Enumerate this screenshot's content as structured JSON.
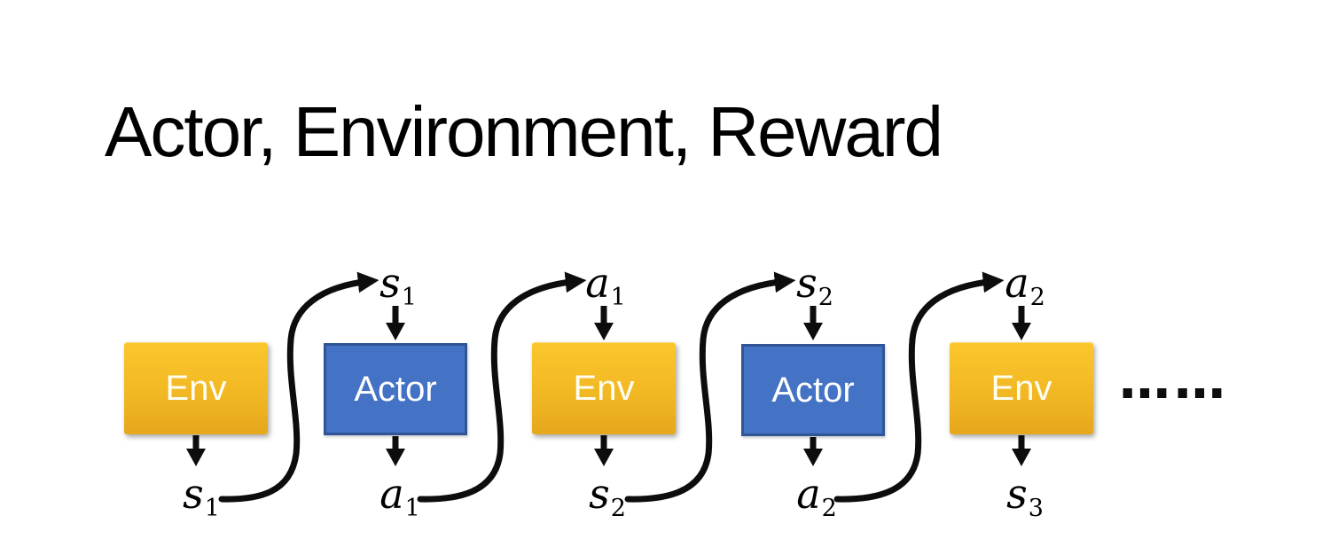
{
  "title": "Actor, Environment, Reward",
  "diagram": {
    "boxes": [
      {
        "label": "Env"
      },
      {
        "label": "Actor"
      },
      {
        "label": "Env"
      },
      {
        "label": "Actor"
      },
      {
        "label": "Env"
      }
    ],
    "top_labels": [
      {
        "base": "s",
        "sub": "1"
      },
      {
        "base": "a",
        "sub": "1"
      },
      {
        "base": "s",
        "sub": "2"
      },
      {
        "base": "a",
        "sub": "2"
      }
    ],
    "bottom_labels": [
      {
        "base": "s",
        "sub": "1"
      },
      {
        "base": "a",
        "sub": "1"
      },
      {
        "base": "s",
        "sub": "2"
      },
      {
        "base": "a",
        "sub": "2"
      },
      {
        "base": "s",
        "sub": "3"
      }
    ],
    "ellipsis": "……",
    "colors": {
      "env_gradient_top": "#FBC62C",
      "env_gradient_bottom": "#E5A71C",
      "actor_fill": "#4472C4",
      "actor_border": "#2F5597",
      "arrow": "#0D0D0D",
      "box_text": "#FFFFFF",
      "title_text": "#000000"
    }
  }
}
